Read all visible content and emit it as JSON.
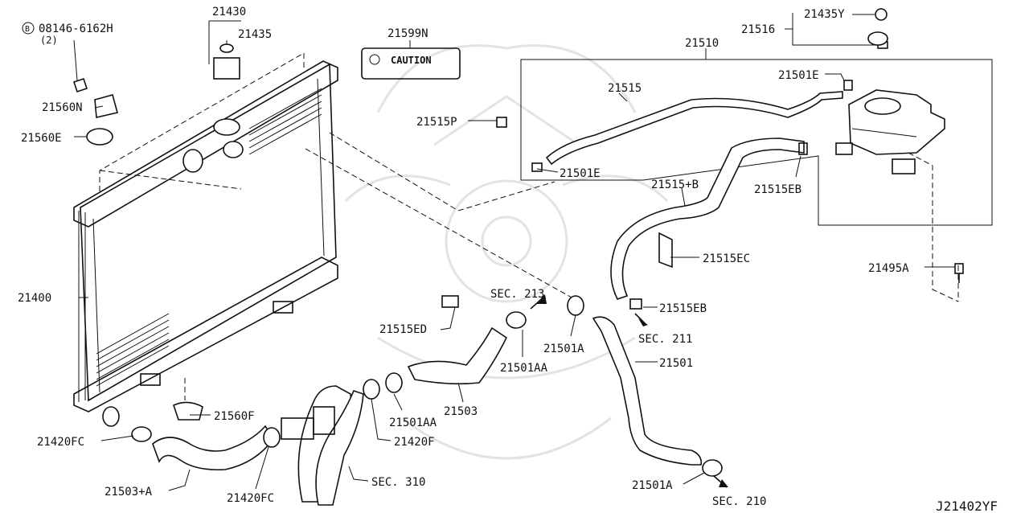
{
  "diagram_code": "J21402YF",
  "labels": {
    "bolt_code": "08146-6162H",
    "bolt_qty": "(2)",
    "bolt_prefix": "B",
    "p21430": "21430",
    "p21435": "21435",
    "p21599n": "21599N",
    "caution": "CAUTION",
    "p21560n": "21560N",
    "p21560e": "21560E",
    "p21400": "21400",
    "p21515p": "21515P",
    "p21510": "21510",
    "p21516": "21516",
    "p21435y": "21435Y",
    "p21501e_top": "21501E",
    "p21515": "21515",
    "p21501e_mid": "21501E",
    "p21515b": "21515+B",
    "p21515eb_top": "21515EB",
    "p21515ec": "21515EC",
    "p21495a": "21495A",
    "p21515eb_low": "21515EB",
    "sec211": "SEC. 211",
    "sec213": "SEC. 213",
    "p21515ed": "21515ED",
    "p21501a_mid": "21501A",
    "p21501aa_mid": "21501AA",
    "p21501": "21501",
    "p21503": "21503",
    "p21501aa_low": "21501AA",
    "p21420f": "21420F",
    "p21560f": "21560F",
    "p21420fc_left": "21420FC",
    "p21503a": "21503+A",
    "p21420fc_low": "21420FC",
    "sec310": "SEC. 310",
    "p21501a_low": "21501A",
    "sec210": "SEC. 210"
  }
}
